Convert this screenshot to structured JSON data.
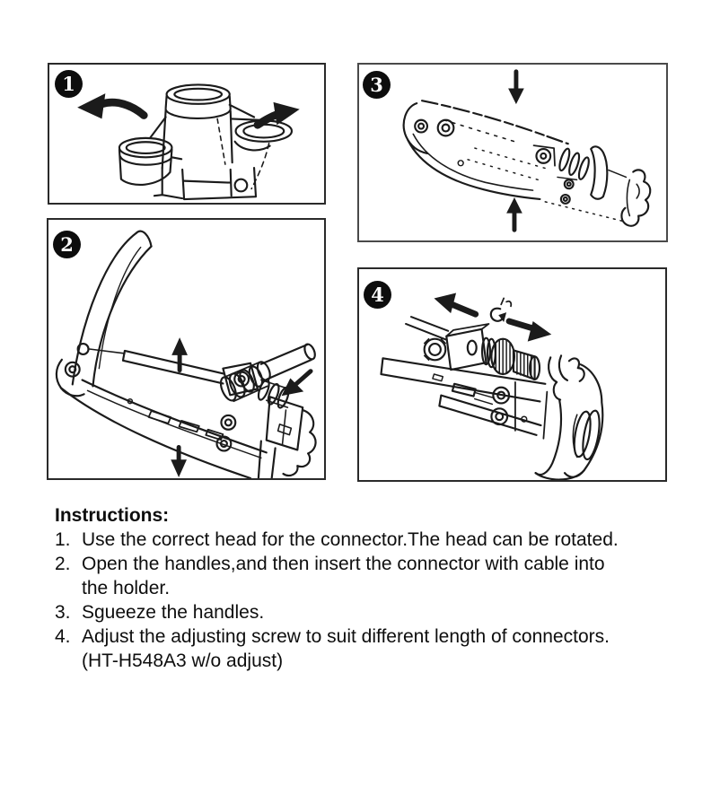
{
  "colors": {
    "ink": "#1b1b1b",
    "paper": "#ffffff",
    "badge_bg": "#0d0d0d",
    "badge_fg": "#ffffff"
  },
  "figure": {
    "panels": [
      {
        "number": "1"
      },
      {
        "number": "2"
      },
      {
        "number": "3"
      },
      {
        "number": "4"
      }
    ]
  },
  "instructions": {
    "heading": "Instructions:",
    "items": [
      {
        "marker": "1.",
        "text": "Use the correct head for the connector.The head can be rotated."
      },
      {
        "marker": "2.",
        "text": "Open the handles,and then insert the connector with cable into\nthe holder."
      },
      {
        "marker": "3.",
        "text": "Sgueeze the handles."
      },
      {
        "marker": "4.",
        "text": "Adjust the adjusting screw to suit different length of connectors.\n(HT-H548A3 w/o adjust)"
      }
    ]
  }
}
